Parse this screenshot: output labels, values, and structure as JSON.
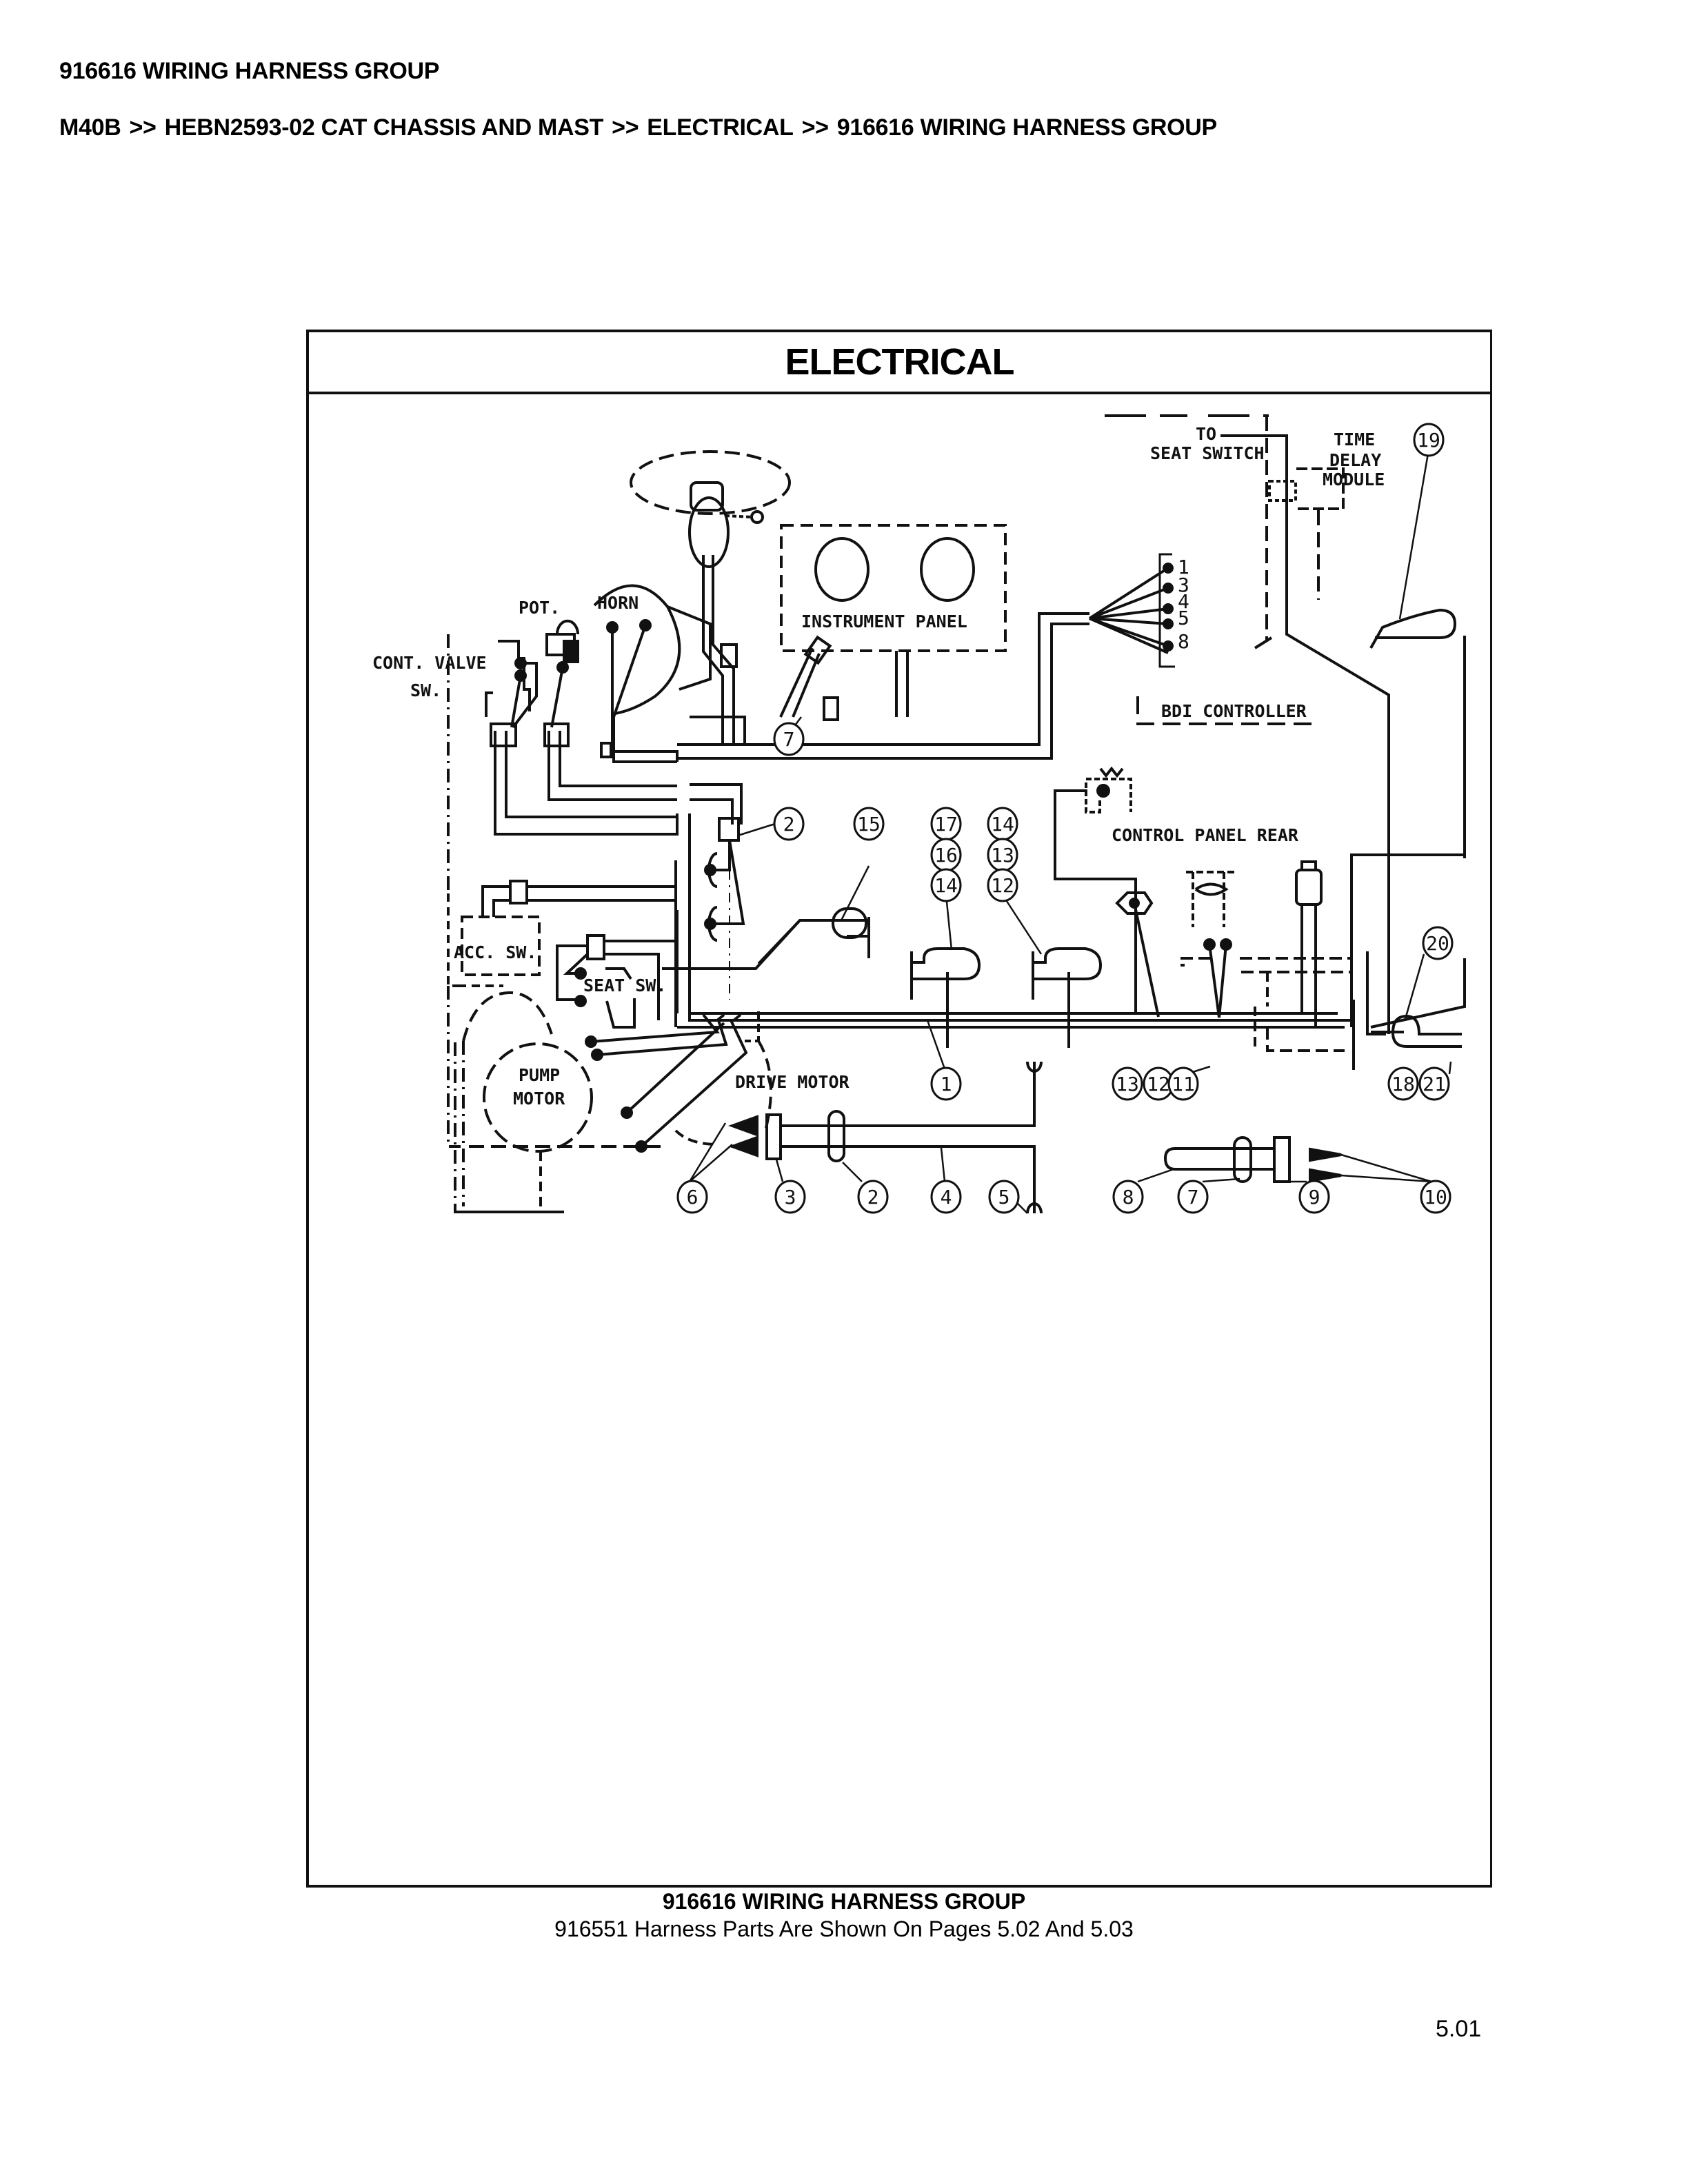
{
  "header": {
    "title": "916616 WIRING HARNESS GROUP",
    "breadcrumb": [
      "M40B",
      "HEBN2593-02 CAT CHASSIS AND MAST",
      "ELECTRICAL",
      "916616 WIRING HARNESS GROUP"
    ],
    "separator": ">>"
  },
  "figure": {
    "section_title": "ELECTRICAL",
    "component_labels": {
      "pot": "POT.",
      "horn": "HORN",
      "cont_valve_1": "CONT. VALVE",
      "cont_valve_2": "SW.",
      "instrument_panel": "INSTRUMENT PANEL",
      "to_seat_1": "TO",
      "to_seat_2": "SEAT SWITCH",
      "time_delay_1": "TIME",
      "time_delay_2": "DELAY",
      "time_delay_3": "MODULE",
      "bdi_controller": "BDI CONTROLLER",
      "control_panel_rear": "CONTROL PANEL REAR",
      "acc_sw": "ACC. SW.",
      "seat_sw": "SEAT SW.",
      "pump_motor_1": "PUMP",
      "pump_motor_2": "MOTOR",
      "drive_motor": "DRIVE MOTOR"
    },
    "connector_pins": [
      "1",
      "3",
      "4",
      "5",
      "8"
    ],
    "callouts": [
      {
        "id": "c19",
        "label": "19"
      },
      {
        "id": "c7a",
        "label": "7"
      },
      {
        "id": "c2a",
        "label": "2"
      },
      {
        "id": "c15",
        "label": "15"
      },
      {
        "id": "c17",
        "label": "17"
      },
      {
        "id": "c16",
        "label": "16"
      },
      {
        "id": "c14a",
        "label": "14"
      },
      {
        "id": "c14b",
        "label": "14"
      },
      {
        "id": "c13a",
        "label": "13"
      },
      {
        "id": "c12a",
        "label": "12"
      },
      {
        "id": "c20",
        "label": "20"
      },
      {
        "id": "c1",
        "label": "1"
      },
      {
        "id": "c13b",
        "label": "13"
      },
      {
        "id": "c12b",
        "label": "12"
      },
      {
        "id": "c11",
        "label": "11"
      },
      {
        "id": "c18",
        "label": "18"
      },
      {
        "id": "c21",
        "label": "21"
      },
      {
        "id": "c6",
        "label": "6"
      },
      {
        "id": "c3",
        "label": "3"
      },
      {
        "id": "c2b",
        "label": "2"
      },
      {
        "id": "c4",
        "label": "4"
      },
      {
        "id": "c5",
        "label": "5"
      },
      {
        "id": "c8",
        "label": "8"
      },
      {
        "id": "c7b",
        "label": "7"
      },
      {
        "id": "c9",
        "label": "9"
      },
      {
        "id": "c10",
        "label": "10"
      }
    ],
    "caption_title": "916616 WIRING HARNESS GROUP",
    "caption_note": "916551 Harness Parts Are Shown On Pages 5.02 And 5.03"
  },
  "page_number": "5.01"
}
